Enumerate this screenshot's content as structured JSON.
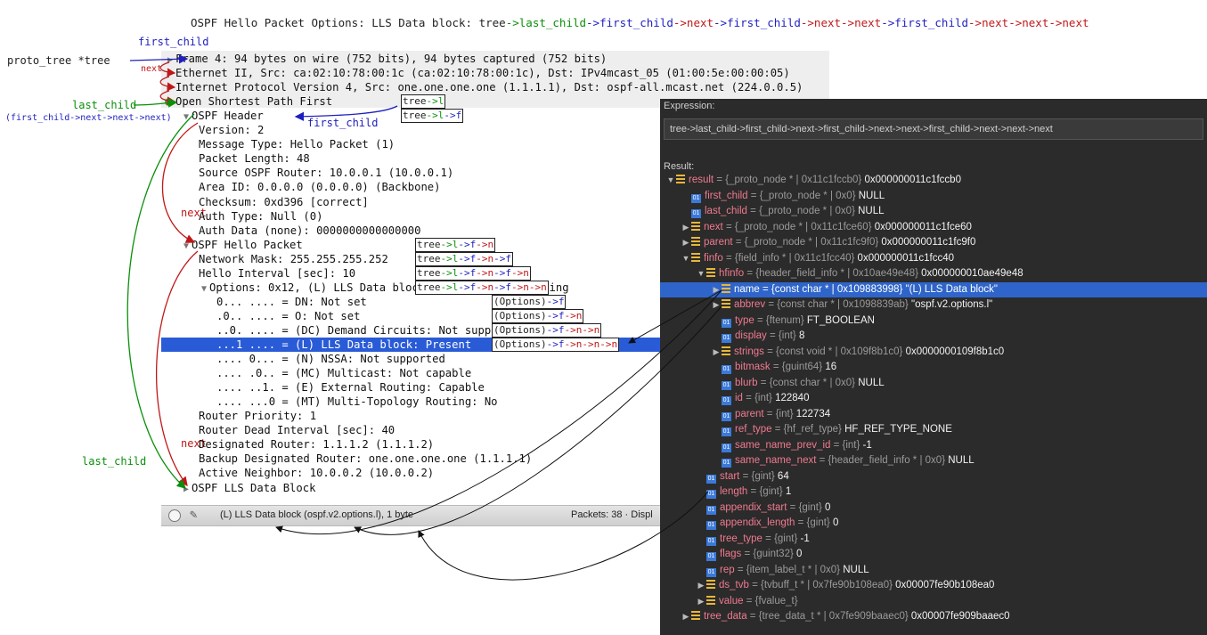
{
  "title": {
    "prefix": "OSPF Hello Packet Options: LLS Data block: tree",
    "segments": [
      {
        "text": "->last_child",
        "color": "green"
      },
      {
        "text": "->first_child",
        "color": "blue"
      },
      {
        "text": "->next",
        "color": "red"
      },
      {
        "text": "->first_child",
        "color": "blue"
      },
      {
        "text": "->next",
        "color": "red"
      },
      {
        "text": "->next",
        "color": "red"
      },
      {
        "text": "->first_child",
        "color": "blue"
      },
      {
        "text": "->next",
        "color": "red"
      },
      {
        "text": "->next",
        "color": "red"
      },
      {
        "text": "->next",
        "color": "red"
      }
    ]
  },
  "annotations": {
    "proto_tree": "proto_tree *tree",
    "first_child_top": "first_child",
    "next_small": "next",
    "last_child_top": "last_child",
    "last_child_sub": "(first_child->next->next->next)",
    "first_child_mid": "first_child",
    "next_left1": "next",
    "next_left2": "next",
    "last_child_bottom": "last_child"
  },
  "tree_rows": [
    {
      "indent": 0,
      "toggle": "arrow",
      "text": "Frame 4: 94 bytes on wire (752 bits), 94 bytes captured (752 bits)"
    },
    {
      "indent": 0,
      "toggle": "arrow",
      "text": "Ethernet II, Src: ca:02:10:78:00:1c (ca:02:10:78:00:1c), Dst: IPv4mcast_05 (01:00:5e:00:00:05)"
    },
    {
      "indent": 0,
      "toggle": "arrow",
      "text": "Internet Protocol Version 4, Src: one.one.one.one (1.1.1.1), Dst: ospf-all.mcast.net (224.0.0.5)"
    },
    {
      "indent": 0,
      "toggle": "dot",
      "text": "Open Shortest Path First"
    },
    {
      "indent": 1,
      "toggle": "down",
      "text": "OSPF Header"
    },
    {
      "indent": 2,
      "toggle": "none",
      "text": "Version: 2"
    },
    {
      "indent": 2,
      "toggle": "none",
      "text": "Message Type: Hello Packet (1)"
    },
    {
      "indent": 2,
      "toggle": "none",
      "text": "Packet Length: 48"
    },
    {
      "indent": 2,
      "toggle": "none",
      "text": "Source OSPF Router: 10.0.0.1 (10.0.0.1)"
    },
    {
      "indent": 2,
      "toggle": "none",
      "text": "Area ID: 0.0.0.0 (0.0.0.0) (Backbone)"
    },
    {
      "indent": 2,
      "toggle": "none",
      "text": "Checksum: 0xd396 [correct]"
    },
    {
      "indent": 2,
      "toggle": "none",
      "text": "Auth Type: Null (0)"
    },
    {
      "indent": 2,
      "toggle": "none",
      "text": "Auth Data (none): 0000000000000000"
    },
    {
      "indent": 1,
      "toggle": "down",
      "text": "OSPF Hello Packet"
    },
    {
      "indent": 2,
      "toggle": "none",
      "text": "Network Mask: 255.255.255.252"
    },
    {
      "indent": 2,
      "toggle": "none",
      "text": "Hello Interval [sec]: 10"
    },
    {
      "indent": 2,
      "toggle": "down",
      "text": "Options: 0x12, (L) LLS Data block, (E) External Routing"
    },
    {
      "indent": 3,
      "toggle": "none",
      "text": "0... .... = DN: Not set"
    },
    {
      "indent": 3,
      "toggle": "none",
      "text": ".0.. .... = O: Not set"
    },
    {
      "indent": 3,
      "toggle": "none",
      "text": "..0. .... = (DC) Demand Circuits: Not supported"
    },
    {
      "indent": 3,
      "toggle": "none",
      "text": "...1 .... = (L) LLS Data block: Present",
      "selected": true
    },
    {
      "indent": 3,
      "toggle": "none",
      "text": ".... 0... = (N) NSSA: Not supported"
    },
    {
      "indent": 3,
      "toggle": "none",
      "text": ".... .0.. = (MC) Multicast: Not capable"
    },
    {
      "indent": 3,
      "toggle": "none",
      "text": ".... ..1. = (E) External Routing: Capable"
    },
    {
      "indent": 3,
      "toggle": "none",
      "text": ".... ...0 = (MT) Multi-Topology Routing: No"
    },
    {
      "indent": 2,
      "toggle": "none",
      "text": "Router Priority: 1"
    },
    {
      "indent": 2,
      "toggle": "none",
      "text": "Router Dead Interval [sec]: 40"
    },
    {
      "indent": 2,
      "toggle": "none",
      "text": "Designated Router: 1.1.1.2 (1.1.1.2)"
    },
    {
      "indent": 2,
      "toggle": "none",
      "text": "Backup Designated Router: one.one.one.one (1.1.1.1)"
    },
    {
      "indent": 2,
      "toggle": "none",
      "text": "Active Neighbor: 10.0.0.2 (10.0.0.2)"
    },
    {
      "indent": 1,
      "toggle": "right",
      "text": "OSPF LLS Data Block"
    }
  ],
  "boxed_labels": [
    {
      "row": 3,
      "text": "tree->l",
      "colors": "green"
    },
    {
      "row": 4,
      "text": "tree->l->f",
      "colors": "green-blue"
    },
    {
      "row": 13,
      "text": "tree->l->f->n",
      "colors": "mixed"
    },
    {
      "row": 14,
      "text": "tree->l->f->n->f",
      "colors": "mixed"
    },
    {
      "row": 15,
      "text": "tree->l->f->n->f->n",
      "colors": "mixed"
    },
    {
      "row": 16,
      "text": "tree->l->f->n->f->n->n",
      "colors": "mixed"
    },
    {
      "row": 17,
      "text": "(Options)->f",
      "colors": "mixed"
    },
    {
      "row": 18,
      "text": "(Options)->f->n",
      "colors": "mixed"
    },
    {
      "row": 19,
      "text": "(Options)->f->n->n",
      "colors": "mixed"
    },
    {
      "row": 20,
      "text": "(Options)->f->n->n->n",
      "colors": "mixed"
    }
  ],
  "status_bar": {
    "text": "(L) LLS Data block (ospf.v2.options.l), 1 byte",
    "packets": "Packets: 38 · Displ"
  },
  "debugger": {
    "expression_label": "Expression:",
    "expression": "tree->last_child->first_child->next->first_child->next->next->first_child->next->next->next",
    "result_label": "Result:",
    "rows": [
      {
        "indent": 0,
        "arrow": "down",
        "icon": "struct",
        "name": "result",
        "type": "{_proto_node * | 0x11c1fccb0}",
        "value": "0x000000011c1fccb0"
      },
      {
        "indent": 1,
        "arrow": "none",
        "icon": "prim",
        "name": "first_child",
        "type": "{_proto_node * | 0x0}",
        "value": "NULL"
      },
      {
        "indent": 1,
        "arrow": "none",
        "icon": "prim",
        "name": "last_child",
        "type": "{_proto_node * | 0x0}",
        "value": "NULL"
      },
      {
        "indent": 1,
        "arrow": "right",
        "icon": "struct",
        "name": "next",
        "type": "{_proto_node * | 0x11c1fce60}",
        "value": "0x000000011c1fce60"
      },
      {
        "indent": 1,
        "arrow": "right",
        "icon": "struct",
        "name": "parent",
        "type": "{_proto_node * | 0x11c1fc9f0}",
        "value": "0x000000011c1fc9f0"
      },
      {
        "indent": 1,
        "arrow": "down",
        "icon": "struct",
        "name": "finfo",
        "type": "{field_info * | 0x11c1fcc40}",
        "value": "0x000000011c1fcc40"
      },
      {
        "indent": 2,
        "arrow": "down",
        "icon": "struct",
        "name": "hfinfo",
        "type": "{header_field_info * | 0x10ae49e48}",
        "value": "0x000000010ae49e48"
      },
      {
        "indent": 3,
        "arrow": "right",
        "icon": "struct",
        "name": "name",
        "type": "= {const char * | 0x109883998}",
        "value": "\"(L) LLS Data block\"",
        "selected": true
      },
      {
        "indent": 3,
        "arrow": "right",
        "icon": "struct",
        "name": "abbrev",
        "type": "{const char * | 0x1098839ab}",
        "value": "\"ospf.v2.options.l\""
      },
      {
        "indent": 3,
        "arrow": "none",
        "icon": "prim",
        "name": "type",
        "type": "{ftenum}",
        "value": "FT_BOOLEAN"
      },
      {
        "indent": 3,
        "arrow": "none",
        "icon": "prim",
        "name": "display",
        "type": "{int}",
        "value": "8"
      },
      {
        "indent": 3,
        "arrow": "right",
        "icon": "struct",
        "name": "strings",
        "type": "{const void * | 0x109f8b1c0}",
        "value": "0x0000000109f8b1c0"
      },
      {
        "indent": 3,
        "arrow": "none",
        "icon": "prim",
        "name": "bitmask",
        "type": "{guint64}",
        "value": "16"
      },
      {
        "indent": 3,
        "arrow": "none",
        "icon": "prim",
        "name": "blurb",
        "type": "{const char * | 0x0}",
        "value": "NULL"
      },
      {
        "indent": 3,
        "arrow": "none",
        "icon": "prim",
        "name": "id",
        "type": "{int}",
        "value": "122840"
      },
      {
        "indent": 3,
        "arrow": "none",
        "icon": "prim",
        "name": "parent",
        "type": "{int}",
        "value": "122734"
      },
      {
        "indent": 3,
        "arrow": "none",
        "icon": "prim",
        "name": "ref_type",
        "type": "{hf_ref_type}",
        "value": "HF_REF_TYPE_NONE"
      },
      {
        "indent": 3,
        "arrow": "none",
        "icon": "prim",
        "name": "same_name_prev_id",
        "type": "{int}",
        "value": "-1"
      },
      {
        "indent": 3,
        "arrow": "none",
        "icon": "prim",
        "name": "same_name_next",
        "type": "{header_field_info * | 0x0}",
        "value": "NULL"
      },
      {
        "indent": 2,
        "arrow": "none",
        "icon": "prim",
        "name": "start",
        "type": "{gint}",
        "value": "64"
      },
      {
        "indent": 2,
        "arrow": "none",
        "icon": "prim",
        "name": "length",
        "type": "{gint}",
        "value": "1"
      },
      {
        "indent": 2,
        "arrow": "none",
        "icon": "prim",
        "name": "appendix_start",
        "type": "{gint}",
        "value": "0"
      },
      {
        "indent": 2,
        "arrow": "none",
        "icon": "prim",
        "name": "appendix_length",
        "type": "{gint}",
        "value": "0"
      },
      {
        "indent": 2,
        "arrow": "none",
        "icon": "prim",
        "name": "tree_type",
        "type": "{gint}",
        "value": "-1"
      },
      {
        "indent": 2,
        "arrow": "none",
        "icon": "prim",
        "name": "flags",
        "type": "{guint32}",
        "value": "0"
      },
      {
        "indent": 2,
        "arrow": "none",
        "icon": "prim",
        "name": "rep",
        "type": "{item_label_t * | 0x0}",
        "value": "NULL"
      },
      {
        "indent": 2,
        "arrow": "right",
        "icon": "struct",
        "name": "ds_tvb",
        "type": "{tvbuff_t * | 0x7fe90b108ea0}",
        "value": "0x00007fe90b108ea0"
      },
      {
        "indent": 2,
        "arrow": "right",
        "icon": "struct",
        "name": "value",
        "type": "{fvalue_t}",
        "value": ""
      },
      {
        "indent": 1,
        "arrow": "right",
        "icon": "struct",
        "name": "tree_data",
        "type": "{tree_data_t * | 0x7fe909baaec0}",
        "value": "0x00007fe909baaec0"
      }
    ]
  },
  "colors": {
    "green": "#0a8f0a",
    "blue": "#1f1fbf",
    "red": "#c01818",
    "selection": "#2a5bd7",
    "debugger_bg": "#2b2b2b"
  }
}
